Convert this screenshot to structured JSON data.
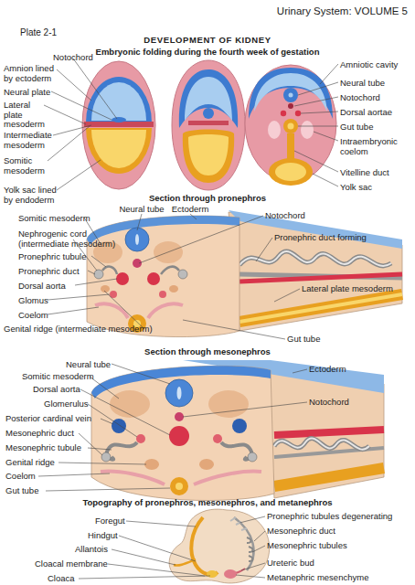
{
  "diagram": {
    "title": "DEVELOPMENT OF KIDNEY",
    "labels": [
      "Plate 2-1",
      "Urinary System: VOLUME 5",
      "Embryonic folding during the fourth week of gestation",
      "Notochord",
      "Amnion lined by ectoderm",
      "Neural plate",
      "Lateral plate mesoderm",
      "Intermediate mesoderm",
      "Somitic mesoderm",
      "Yolk sac lined by endoderm",
      "Amniotic cavity",
      "Neural tube",
      "Notochord",
      "Dorsal aortae",
      "Gut tube",
      "Intraembryonic coelom",
      "Vitelline duct",
      "Yolk sac",
      "Section through pronephros",
      "Neural tube",
      "Ectoderm",
      "Notochord",
      "Somitic mesoderm",
      "Nephrogenic cord (intermediate mesoderm)",
      "Pronephric duct forming",
      "Pronephric tubule",
      "Pronephric duct",
      "Dorsal aorta",
      "Glomus",
      "Coelom",
      "Genital ridge (intermediate mesoderm)",
      "Lateral plate mesoderm",
      "Gut tube",
      "Section through mesonephros",
      "Neural tube",
      "Ectoderm",
      "Somitic mesoderm",
      "Dorsal aorta",
      "Notochord",
      "Glomerulus",
      "Posterior cardinal vein",
      "Mesonephric duct",
      "Mesonephric tubule",
      "Genital ridge",
      "Coelom",
      "Gut tube",
      "Topography of pronephros, mesonephros, and metanephros",
      "Foregut",
      "Hindgut",
      "Allantois",
      "Cloacal membrane",
      "Cloaca",
      "Pronephric tubules degenerating",
      "Mesonephric duct",
      "Mesonephric tubules",
      "Ureteric bud",
      "Metanephric mesenchyme"
    ]
  }
}
